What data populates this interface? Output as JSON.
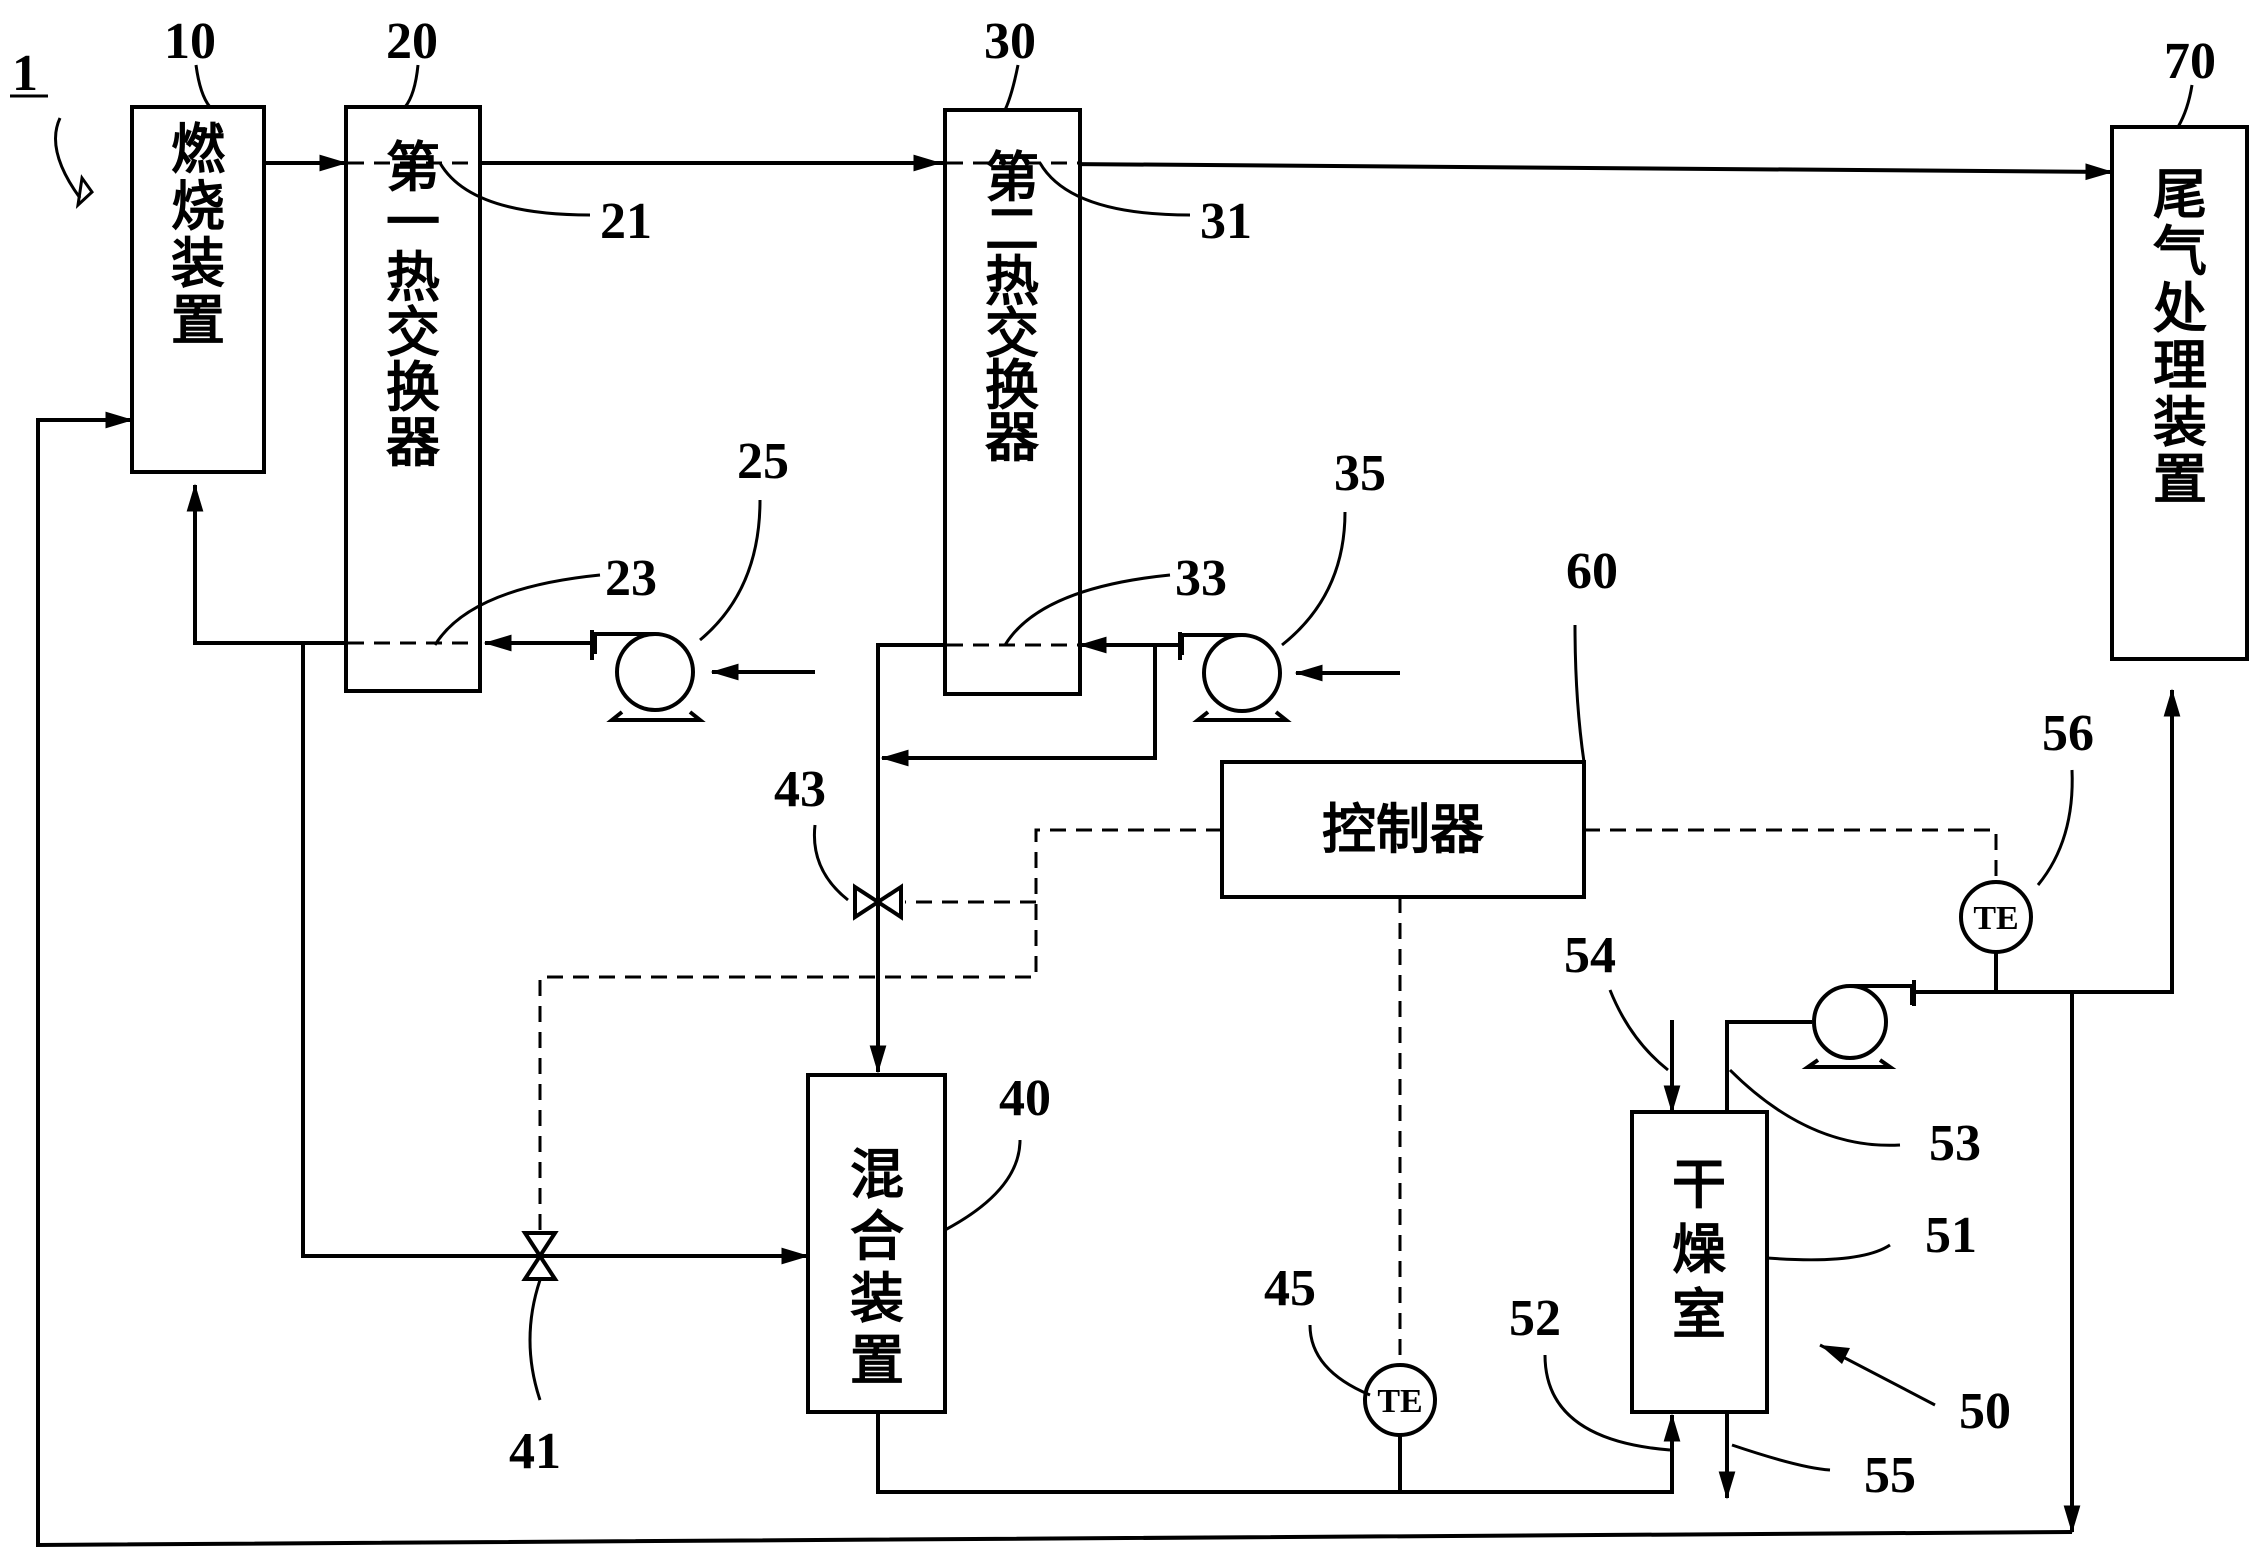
{
  "system_ref": "1",
  "devices": {
    "combustion": {
      "ref": "10",
      "label": "燃烧装置"
    },
    "hx1": {
      "ref": "20",
      "label": "第一热交换器",
      "ref_a": "21",
      "ref_b": "23"
    },
    "hx2": {
      "ref": "30",
      "label": "第二热交换器",
      "ref_a": "31",
      "ref_b": "33"
    },
    "exhaust": {
      "ref": "70",
      "label": "尾气处理装置"
    },
    "controller": {
      "ref": "60",
      "label": "控制器"
    },
    "mixer": {
      "ref": "40",
      "label": "混合装置"
    },
    "dryer": {
      "ref": "51",
      "label": "干燥室"
    }
  },
  "pumps": {
    "p1_ref": "25",
    "p2_ref": "35"
  },
  "valves": {
    "v1_ref": "43",
    "v2_ref": "41"
  },
  "sensors": {
    "s1_ref": "45",
    "s2_ref": "56",
    "te_label": "TE"
  },
  "drying_system": {
    "ref": "50",
    "inlet_ref": "52",
    "outlet_ref": "53",
    "feed_ref": "54",
    "discharge_ref": "55"
  }
}
